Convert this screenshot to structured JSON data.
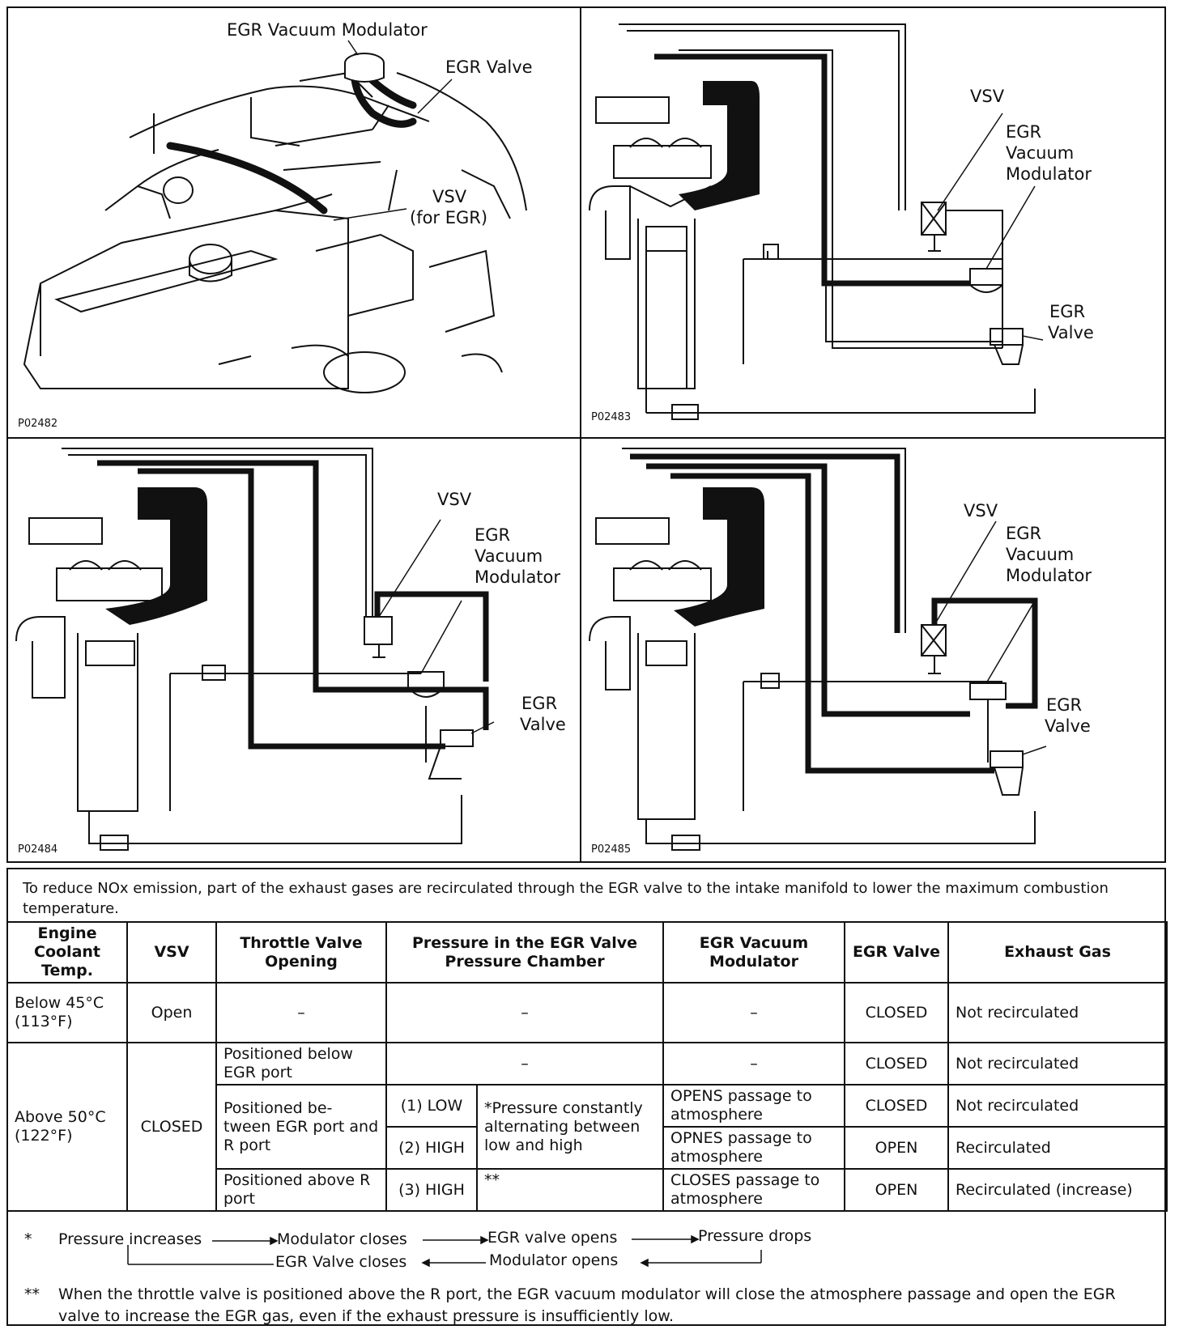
{
  "panels": [
    {
      "code": "P02482",
      "labels": {
        "mod": "EGR Vacuum Modulator",
        "valve": "EGR Valve",
        "vsv1": "VSV",
        "vsv2": "(for EGR)"
      }
    },
    {
      "code": "P02483",
      "labels": {
        "vsv": "VSV",
        "mod1": "EGR",
        "mod2": "Vacuum",
        "mod3": "Modulator",
        "valve1": "EGR",
        "valve2": "Valve"
      }
    },
    {
      "code": "P02484",
      "labels": {
        "vsv": "VSV",
        "mod1": "EGR",
        "mod2": "Vacuum",
        "mod3": "Modulator",
        "valve1": "EGR",
        "valve2": "Valve"
      }
    },
    {
      "code": "P02485",
      "labels": {
        "vsv": "VSV",
        "mod1": "EGR",
        "mod2": "Vacuum",
        "mod3": "Modulator",
        "valve1": "EGR",
        "valve2": "Valve"
      }
    }
  ],
  "intro": "To reduce NOx emission, part of the exhaust gases are recirculated through the EGR valve to the intake manifold to lower the maximum combustion temperature.",
  "table": {
    "headers": [
      "Engine Coolant Temp.",
      "VSV",
      "Throttle Valve Opening",
      "Pressure in the EGR Valve Pressure Chamber",
      "EGR Vacuum Modulator",
      "EGR Valve",
      "Exhaust Gas"
    ],
    "row1": {
      "temp": "Below 45°C (113°F)",
      "vsv": "Open",
      "throttle": "–",
      "pressure": "–",
      "modulator": "–",
      "valve": "CLOSED",
      "gas": "Not recirculated"
    },
    "temp2": "Above 50°C (122°F)",
    "vsv2": "CLOSED",
    "row2": {
      "throttle": "Positioned below EGR port",
      "pressure": "–",
      "modulator": "–",
      "valve": "CLOSED",
      "gas": "Not recirculated"
    },
    "row3": {
      "throttle": "Positioned be- tween EGR port and R port",
      "p1": "(1) LOW",
      "note": "*Pressure constantly alternating between low and high",
      "modulator": "OPENS passage to atmosphere",
      "valve": "CLOSED",
      "gas": "Not recirculated"
    },
    "row4": {
      "p2": "(2) HIGH",
      "modulator": "OPNES passage to atmosphere",
      "valve": "OPEN",
      "gas": "Recirculated"
    },
    "row5": {
      "throttle": "Positioned above R port",
      "p3": "(3) HIGH",
      "note": "**",
      "modulator": "CLOSES passage to atmosphere",
      "valve": "OPEN",
      "gas": "Recirculated (increase)"
    }
  },
  "footnote1": {
    "mark": "*",
    "a": "Pressure increases",
    "b": "Modulator closes",
    "c": "EGR valve opens",
    "d": "Pressure drops",
    "e": "EGR Valve closes",
    "f": "Modulator opens"
  },
  "footnote2": {
    "mark": "**",
    "text": "When the throttle valve is positioned above the R port, the EGR vacuum modulator will close the atmosphere passage and open the EGR valve to increase the EGR gas, even if the exhaust pressure is insufficiently low."
  }
}
